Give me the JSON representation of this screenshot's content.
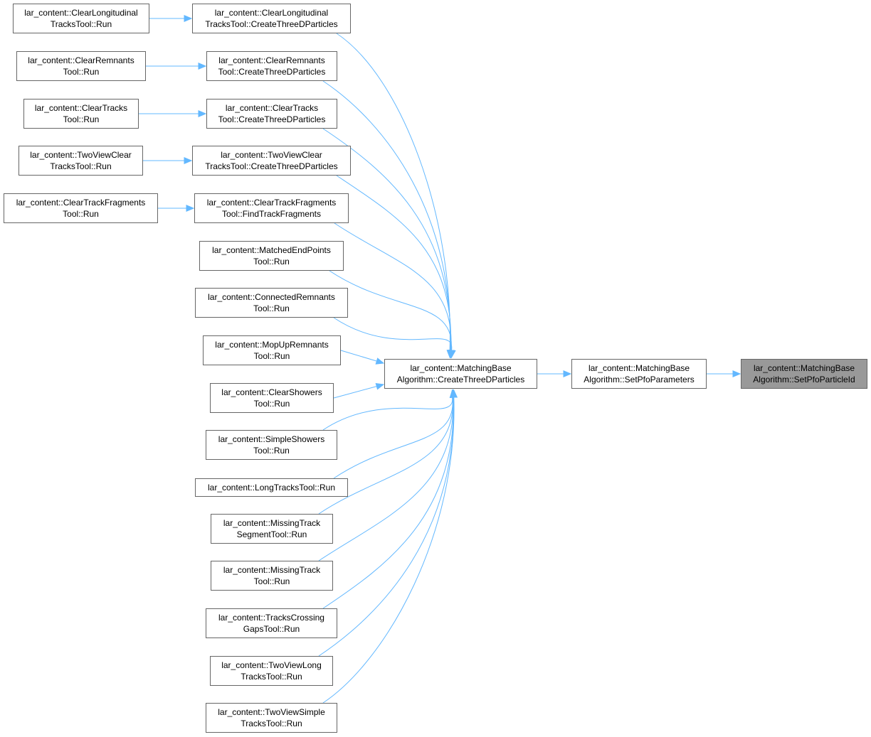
{
  "graph": {
    "edge_color": "#63b8ff",
    "highlight_fill": "#999999",
    "nodes": [
      {
        "id": "clear_long_run",
        "lines": [
          "lar_content::ClearLongitudinal",
          "TracksTool::Run"
        ]
      },
      {
        "id": "clear_long_create",
        "lines": [
          "lar_content::ClearLongitudinal",
          "TracksTool::CreateThreeDParticles"
        ]
      },
      {
        "id": "clear_remnants_run",
        "lines": [
          "lar_content::ClearRemnants",
          "Tool::Run"
        ]
      },
      {
        "id": "clear_remnants_create",
        "lines": [
          "lar_content::ClearRemnants",
          "Tool::CreateThreeDParticles"
        ]
      },
      {
        "id": "clear_tracks_run",
        "lines": [
          "lar_content::ClearTracks",
          "Tool::Run"
        ]
      },
      {
        "id": "clear_tracks_create",
        "lines": [
          "lar_content::ClearTracks",
          "Tool::CreateThreeDParticles"
        ]
      },
      {
        "id": "twoview_clear_run",
        "lines": [
          "lar_content::TwoViewClear",
          "TracksTool::Run"
        ]
      },
      {
        "id": "twoview_clear_create",
        "lines": [
          "lar_content::TwoViewClear",
          "TracksTool::CreateThreeDParticles"
        ]
      },
      {
        "id": "frag_run",
        "lines": [
          "lar_content::ClearTrackFragments",
          "Tool::Run"
        ]
      },
      {
        "id": "frag_find",
        "lines": [
          "lar_content::ClearTrackFragments",
          "Tool::FindTrackFragments"
        ]
      },
      {
        "id": "matched_end",
        "lines": [
          "lar_content::MatchedEndPoints",
          "Tool::Run"
        ]
      },
      {
        "id": "connected_remnants",
        "lines": [
          "lar_content::ConnectedRemnants",
          "Tool::Run"
        ]
      },
      {
        "id": "mopup_remnants",
        "lines": [
          "lar_content::MopUpRemnants",
          "Tool::Run"
        ]
      },
      {
        "id": "clear_showers",
        "lines": [
          "lar_content::ClearShowers",
          "Tool::Run"
        ]
      },
      {
        "id": "simple_showers",
        "lines": [
          "lar_content::SimpleShowers",
          "Tool::Run"
        ]
      },
      {
        "id": "long_tracks",
        "lines": [
          "lar_content::LongTracksTool::Run"
        ]
      },
      {
        "id": "missing_segment",
        "lines": [
          "lar_content::MissingTrack",
          "SegmentTool::Run"
        ]
      },
      {
        "id": "missing_track",
        "lines": [
          "lar_content::MissingTrack",
          "Tool::Run"
        ]
      },
      {
        "id": "tracks_crossing",
        "lines": [
          "lar_content::TracksCrossing",
          "GapsTool::Run"
        ]
      },
      {
        "id": "twoview_long",
        "lines": [
          "lar_content::TwoViewLong",
          "TracksTool::Run"
        ]
      },
      {
        "id": "twoview_simple",
        "lines": [
          "lar_content::TwoViewSimple",
          "TracksTool::Run"
        ]
      },
      {
        "id": "matching_create",
        "lines": [
          "lar_content::MatchingBase",
          "Algorithm::CreateThreeDParticles"
        ]
      },
      {
        "id": "set_pfo_params",
        "lines": [
          "lar_content::MatchingBase",
          "Algorithm::SetPfoParameters"
        ]
      },
      {
        "id": "set_pfo_particle_id",
        "lines": [
          "lar_content::MatchingBase",
          "Algorithm::SetPfoParticleId"
        ],
        "highlight": true
      }
    ],
    "edges": [
      {
        "from": "clear_long_run",
        "to": "clear_long_create"
      },
      {
        "from": "clear_remnants_run",
        "to": "clear_remnants_create"
      },
      {
        "from": "clear_tracks_run",
        "to": "clear_tracks_create"
      },
      {
        "from": "twoview_clear_run",
        "to": "twoview_clear_create"
      },
      {
        "from": "frag_run",
        "to": "frag_find"
      },
      {
        "from": "clear_long_create",
        "to": "matching_create"
      },
      {
        "from": "clear_remnants_create",
        "to": "matching_create"
      },
      {
        "from": "clear_tracks_create",
        "to": "matching_create"
      },
      {
        "from": "twoview_clear_create",
        "to": "matching_create"
      },
      {
        "from": "frag_find",
        "to": "matching_create"
      },
      {
        "from": "matched_end",
        "to": "matching_create"
      },
      {
        "from": "connected_remnants",
        "to": "matching_create"
      },
      {
        "from": "mopup_remnants",
        "to": "matching_create"
      },
      {
        "from": "clear_showers",
        "to": "matching_create"
      },
      {
        "from": "simple_showers",
        "to": "matching_create"
      },
      {
        "from": "long_tracks",
        "to": "matching_create"
      },
      {
        "from": "missing_segment",
        "to": "matching_create"
      },
      {
        "from": "missing_track",
        "to": "matching_create"
      },
      {
        "from": "tracks_crossing",
        "to": "matching_create"
      },
      {
        "from": "twoview_long",
        "to": "matching_create"
      },
      {
        "from": "twoview_simple",
        "to": "matching_create"
      },
      {
        "from": "matching_create",
        "to": "set_pfo_params"
      },
      {
        "from": "set_pfo_params",
        "to": "set_pfo_particle_id"
      }
    ]
  }
}
